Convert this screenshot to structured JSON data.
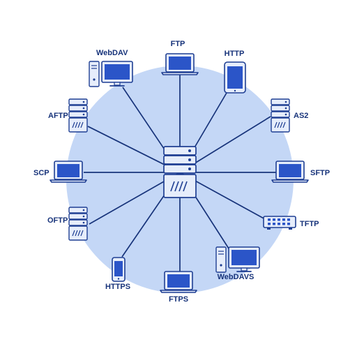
{
  "colors": {
    "circle": "#c4d7f6",
    "line": "#17337a",
    "device_fill": "#e6edfb",
    "device_stroke": "#1f3f93",
    "screen": "#2b55c8",
    "label": "#17337a"
  },
  "hub": {
    "icon": "server-stack-icon"
  },
  "nodes": [
    {
      "id": "ftp",
      "label": "FTP",
      "icon": "laptop-icon"
    },
    {
      "id": "http",
      "label": "HTTP",
      "icon": "tablet-icon"
    },
    {
      "id": "as2",
      "label": "AS2",
      "icon": "server-rack-icon"
    },
    {
      "id": "sftp",
      "label": "SFTP",
      "icon": "laptop-icon"
    },
    {
      "id": "tftp",
      "label": "TFTP",
      "icon": "network-switch-icon"
    },
    {
      "id": "webdavs",
      "label": "WebDAVS",
      "icon": "desktop-computer-icon"
    },
    {
      "id": "ftps",
      "label": "FTPS",
      "icon": "laptop-icon"
    },
    {
      "id": "https",
      "label": "HTTPS",
      "icon": "phone-icon"
    },
    {
      "id": "oftp",
      "label": "OFTP",
      "icon": "server-rack-icon"
    },
    {
      "id": "scp",
      "label": "SCP",
      "icon": "laptop-icon"
    },
    {
      "id": "aftp",
      "label": "AFTP",
      "icon": "server-rack-icon"
    },
    {
      "id": "webdav",
      "label": "WebDAV",
      "icon": "desktop-computer-icon"
    }
  ]
}
